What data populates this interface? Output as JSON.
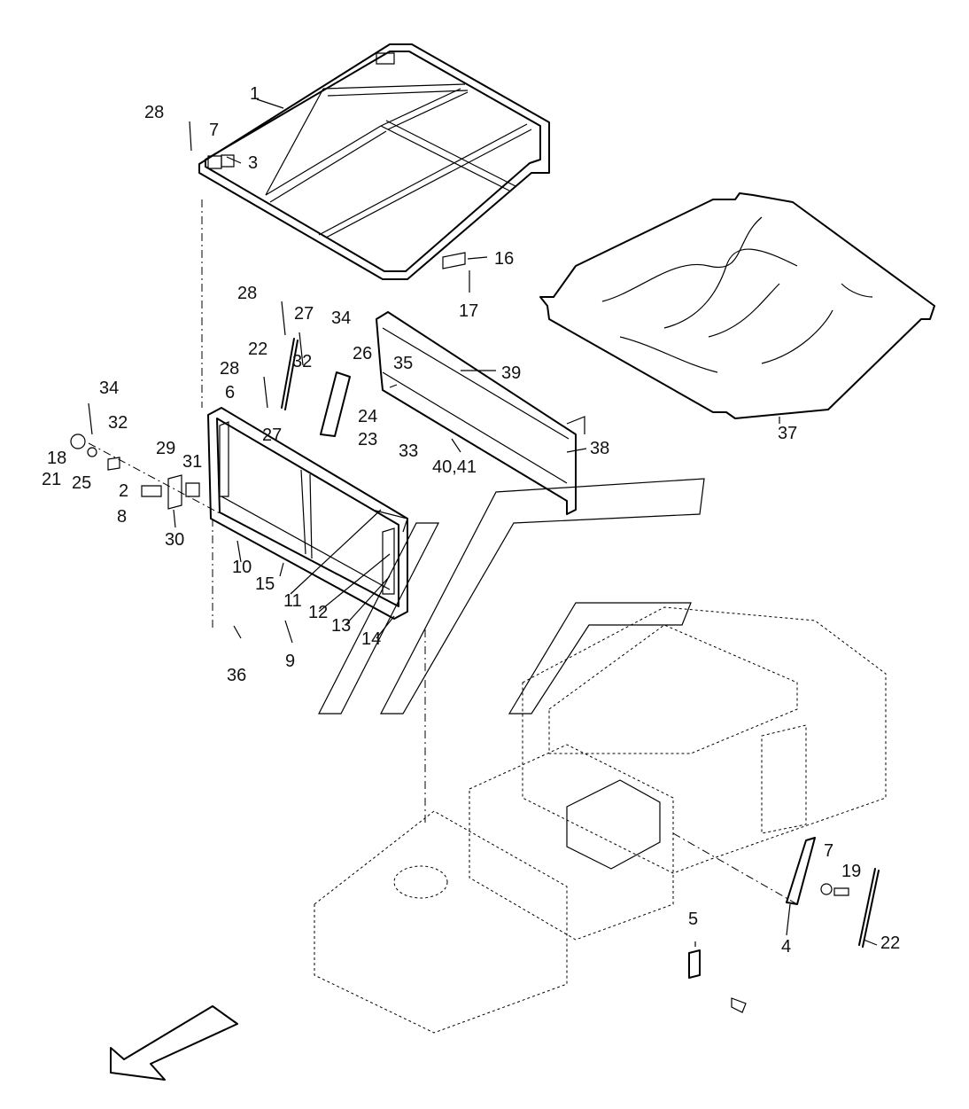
{
  "callouts": [
    {
      "text": "1"
    },
    {
      "text": "28"
    },
    {
      "text": "7"
    },
    {
      "text": "3"
    },
    {
      "text": "16"
    },
    {
      "text": "17"
    },
    {
      "text": "28"
    },
    {
      "text": "27"
    },
    {
      "text": "34"
    },
    {
      "text": "22"
    },
    {
      "text": "26"
    },
    {
      "text": "35"
    },
    {
      "text": "39"
    },
    {
      "text": "32"
    },
    {
      "text": "28"
    },
    {
      "text": "6"
    },
    {
      "text": "24"
    },
    {
      "text": "27"
    },
    {
      "text": "23"
    },
    {
      "text": "33"
    },
    {
      "text": "38"
    },
    {
      "text": "34"
    },
    {
      "text": "32"
    },
    {
      "text": "18"
    },
    {
      "text": "29"
    },
    {
      "text": "31"
    },
    {
      "text": "21"
    },
    {
      "text": "25"
    },
    {
      "text": "40,41"
    },
    {
      "text": "2"
    },
    {
      "text": "8"
    },
    {
      "text": "30"
    },
    {
      "text": "10"
    },
    {
      "text": "15"
    },
    {
      "text": "11"
    },
    {
      "text": "12"
    },
    {
      "text": "13"
    },
    {
      "text": "14"
    },
    {
      "text": "9"
    },
    {
      "text": "36"
    },
    {
      "text": "37"
    },
    {
      "text": "7"
    },
    {
      "text": "19"
    },
    {
      "text": "5"
    },
    {
      "text": "4"
    },
    {
      "text": "22"
    }
  ],
  "icons": {
    "direction": "direction-arrow-icon"
  }
}
